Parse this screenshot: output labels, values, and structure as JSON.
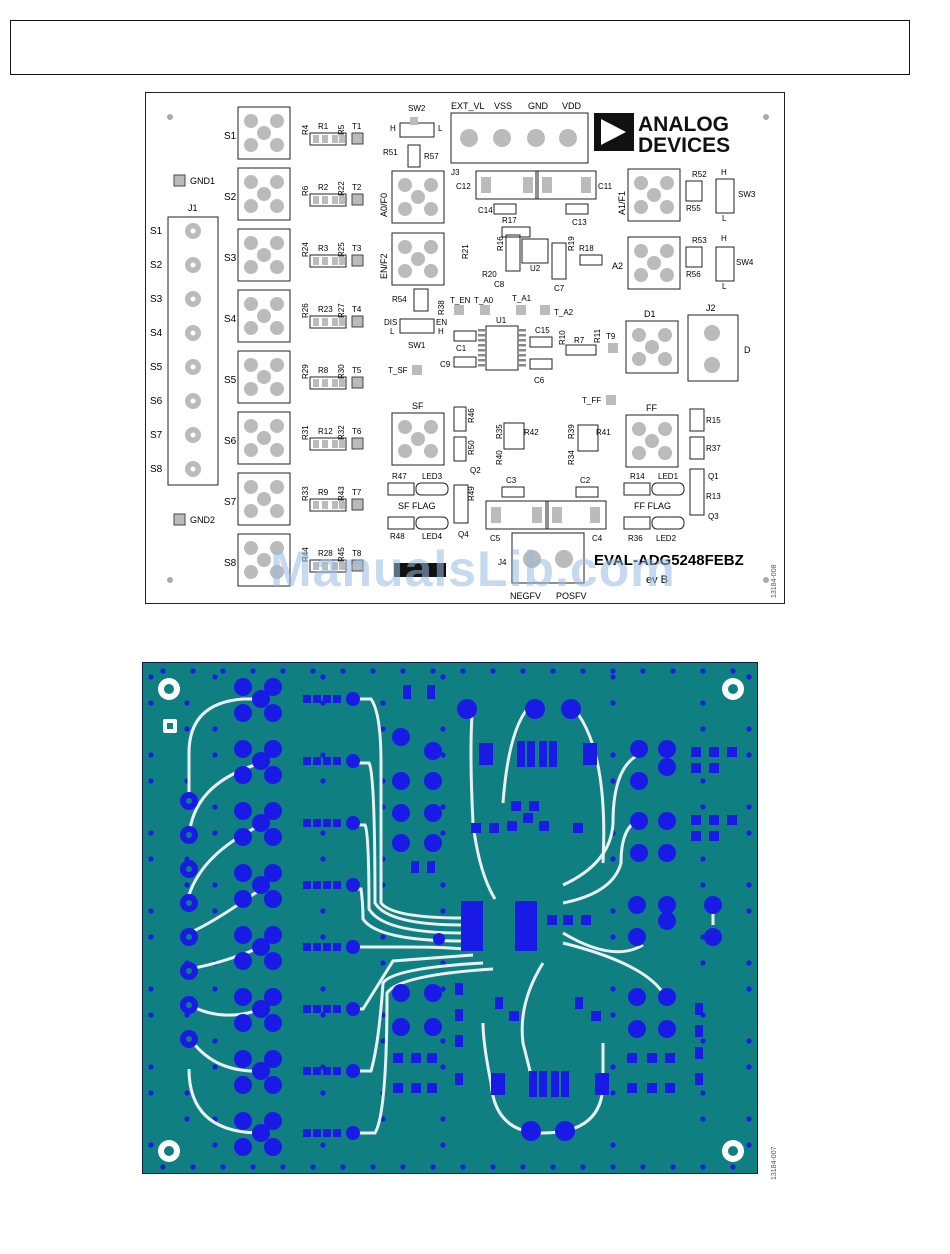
{
  "figure1": {
    "figure_id": "13184-008",
    "board_name": "EVAL-ADG5248FEBZ",
    "logo": {
      "line1": "ANALOG",
      "line2": "DEVICES"
    },
    "rev_text": "ev B",
    "source_labels": [
      "S1",
      "S2",
      "S3",
      "S4",
      "S5",
      "S6",
      "S7",
      "S8"
    ],
    "j1_pin_labels": [
      "S1",
      "S2",
      "S3",
      "S4",
      "S5",
      "S6",
      "S7",
      "S8"
    ],
    "connector_j1": "J1",
    "gnd_labels": [
      "GND1",
      "GND2"
    ],
    "j3_label": "J3",
    "j3_pins": [
      "EXT_VL",
      "VSS",
      "GND",
      "VDD"
    ],
    "sw2": {
      "name": "SW2",
      "h": "H",
      "l": "L"
    },
    "sw1": {
      "name": "SW1",
      "dis": "DIS",
      "en": "EN",
      "l": "L",
      "h": "H"
    },
    "sw3": {
      "name": "SW3",
      "h": "H",
      "l": "L"
    },
    "sw4": {
      "name": "SW4",
      "h": "H",
      "l": "L"
    },
    "channel_resistors": [
      [
        "R4",
        "R1",
        "R5",
        "T1"
      ],
      [
        "R6",
        "R2",
        "R22",
        "T2"
      ],
      [
        "R24",
        "R3",
        "R25",
        "T3"
      ],
      [
        "R26",
        "R23",
        "R27",
        "T4"
      ],
      [
        "R29",
        "R8",
        "R30",
        "T5"
      ],
      [
        "R31",
        "R12",
        "R32",
        "T6"
      ],
      [
        "R33",
        "R9",
        "R43",
        "T7"
      ],
      [
        "R44",
        "R28",
        "R45",
        "T8"
      ]
    ],
    "mid_labels": {
      "r51": "R51",
      "r57": "R57",
      "a0f0": "A0/F0",
      "enf2": "EN/F2",
      "r54": "R54",
      "r38": "R38",
      "t_en": "T_EN",
      "t_a0": "T_A0",
      "t_a1": "T_A1",
      "t_a2": "T_A2",
      "t_sf": "T_SF",
      "t_ff": "T_FF",
      "u1": "U1",
      "u2": "U2",
      "c1": "C1",
      "c9": "C9",
      "c15": "C15",
      "c6": "C6",
      "r10": "R10",
      "r7": "R7",
      "r11": "R11",
      "t9": "T9",
      "c12": "C12",
      "c11": "C11",
      "c14": "C14",
      "c13": "C13",
      "r17": "R17",
      "r16": "R16",
      "r19": "R19",
      "r21": "R21",
      "r20": "R20",
      "r18": "R18",
      "c8": "C8",
      "c7": "C7",
      "a1f1": "A1/F1",
      "a2": "A2",
      "r52": "R52",
      "r55": "R55",
      "r53": "R53",
      "r56": "R56",
      "d1": "D1",
      "j2": "J2",
      "d": "D",
      "sf": "SF",
      "ff": "FF",
      "r46": "R46",
      "r50": "R50",
      "r49": "R49",
      "q2": "Q2",
      "q4": "Q4",
      "r47": "R47",
      "led3": "LED3",
      "sf_flag": "SF  FLAG",
      "r48": "R48",
      "led4": "LED4",
      "r35": "R35",
      "r42": "R42",
      "r40": "R40",
      "r39": "R39",
      "r41": "R41",
      "r34": "R34",
      "c3": "C3",
      "c2": "C2",
      "c5": "C5",
      "c4": "C4",
      "j4": "J4",
      "negfv": "NEGFV",
      "posfv": "POSFV",
      "r15": "R15",
      "r37": "R37",
      "r14": "R14",
      "led1": "LED1",
      "q1": "Q1",
      "r13": "R13",
      "ff_flag": "FF  FLAG",
      "r36": "R36",
      "led2": "LED2",
      "q3": "Q3"
    }
  },
  "figure2": {
    "figure_id": "13184-007",
    "colors": {
      "board": "#0f7f82",
      "copper": "#1a1ae6",
      "trace": "#e8f0f0",
      "edge": "#0b1f4a"
    }
  },
  "watermark": "ManualsLib.com"
}
